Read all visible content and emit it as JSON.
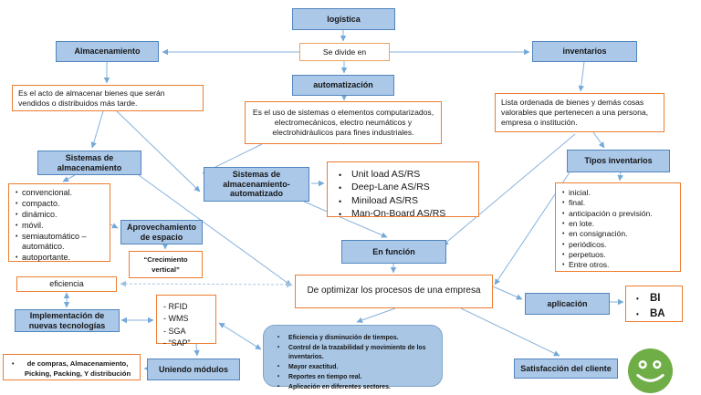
{
  "title": "logística concept map",
  "palette": {
    "node_fill": "#abc8e8",
    "node_border": "#5185bd",
    "callout_border": "#ed7d31",
    "arrow": "#74a9d8",
    "benefits_fill": "#a9c6e4",
    "smiley_green": "#6fae46",
    "text": "#161616"
  },
  "nodes": {
    "logistica": "logística",
    "se_divide": "Se divide en",
    "almacenamiento": "Almacenamiento",
    "inventarios": "inventarios",
    "automatizacion": "automatización",
    "almacenamiento_def": "Es el acto de almacenar bienes que serán vendidos o distribuidos más tarde.",
    "automatizacion_def": "Es el uso de sistemas o elementos computarizados, electromecánicos, electro neumáticos y electrohidráulicos para fines industriales.",
    "inventarios_def": "Lista ordenada de bienes y demás cosas valorables que pertenecen a una persona, empresa o institución.",
    "sistemas_almacenamiento": "Sistemas de almacenamiento",
    "sistemas_automatizado": "Sistemas de almacenamiento- automatizado",
    "tipos_inventarios": "Tipos inventarios",
    "aprovechamiento": "Aprovechamiento de espacio",
    "crecimiento": "“Crecimiento vertical”",
    "en_funcion": "En función",
    "de_optimizar": "De optimizar los procesos de una empresa",
    "eficiencia": "eficiencia",
    "implementacion": "Implementación de nuevas tecnologías",
    "uniendo_modulos": "Uniendo módulos",
    "aplicacion": "aplicación",
    "satisfaccion": "Satisfacción del cliente"
  },
  "lists": {
    "storage_types": [
      "convencional.",
      "compacto.",
      "dinámico.",
      "móvil.",
      "semiautomático – automático.",
      "autoportante."
    ],
    "asrs_types": [
      "Unit load AS/RS",
      "Deep-Lane AS/RS",
      "Miniload AS/RS",
      "Man-On-Board AS/RS"
    ],
    "inventory_types": [
      "inicial.",
      "final.",
      "anticipación o previsión.",
      "en lote.",
      "en consignación.",
      "periódicos.",
      "perpetuos.",
      "Entre otros."
    ],
    "technologies": [
      "- RFID",
      "- WMS",
      "- SGA",
      "- “SAP”"
    ],
    "benefits": [
      "Eficiencia y disminución de tiempos.",
      "Control de la trazabilidad y movimiento de los inventarios.",
      "Mayor exactitud.",
      "Reportes en tiempo real.",
      "Aplicación en diferentes sectores."
    ],
    "modules": [
      "de compras, Almacenamiento, Picking, Packing, Y distribución"
    ],
    "bi_ba": [
      "BI",
      "BA"
    ]
  },
  "icons": {
    "smiley": "happy-face"
  }
}
